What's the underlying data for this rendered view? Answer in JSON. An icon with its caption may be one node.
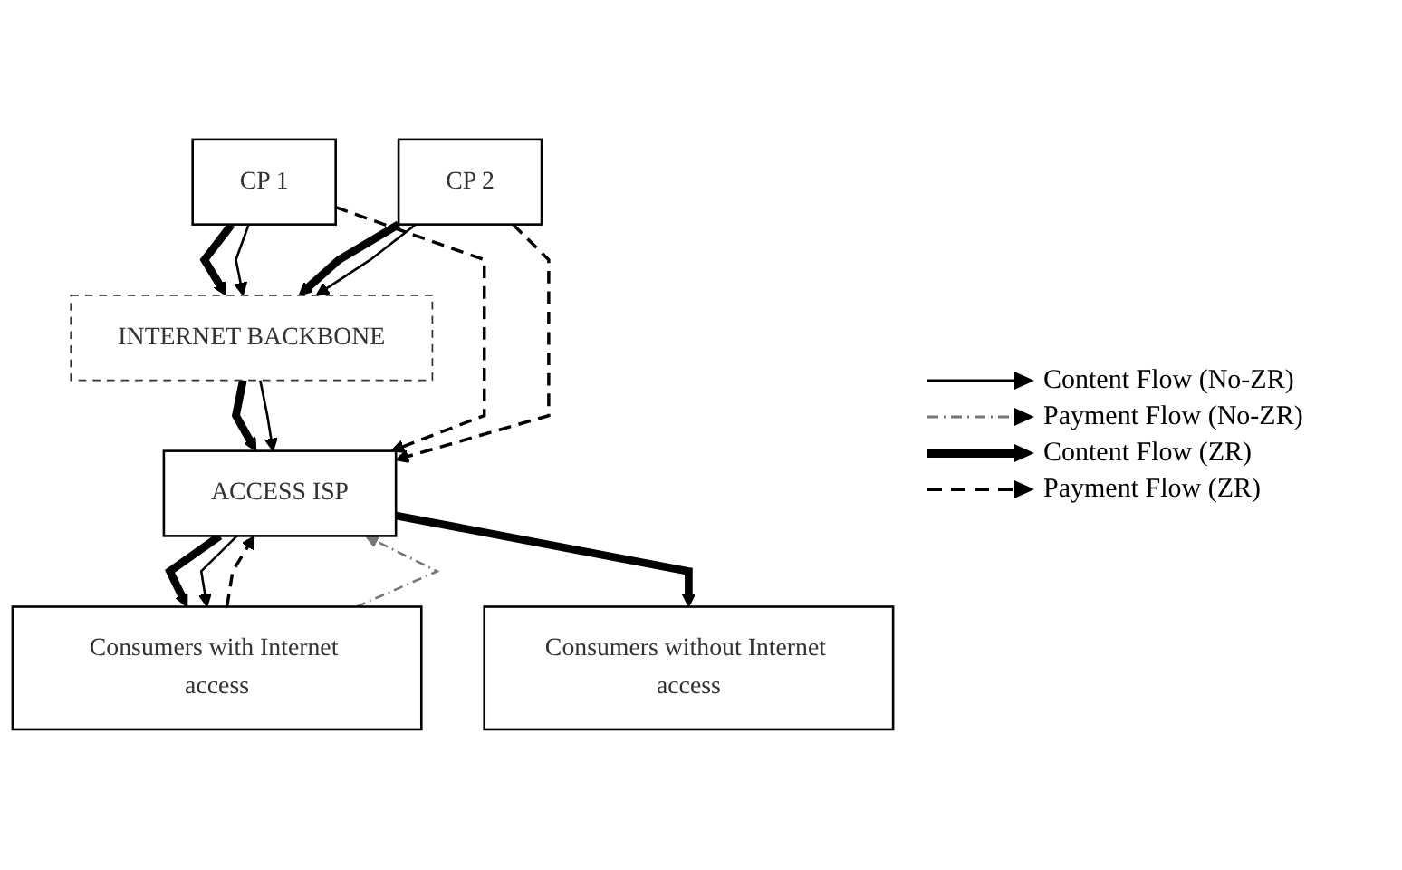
{
  "diagram": {
    "nodes": [
      {
        "text": [
          "CP 1"
        ]
      },
      {
        "text": [
          "CP 2"
        ]
      },
      {
        "text": [
          "INTERNET BACKBONE"
        ]
      },
      {
        "text": [
          "ACCESS ISP"
        ]
      },
      {
        "text": [
          "Consumers with Internet access"
        ]
      },
      {
        "text": [
          "Consumers without Internet access"
        ]
      }
    ],
    "edges": [
      {
        "from": 0,
        "to": 2,
        "arrow": "to",
        "style": "thick"
      },
      {
        "from": 0,
        "to": 2,
        "arrow": "to"
      },
      {
        "from": 1,
        "to": 2,
        "arrow": "to",
        "style": "thick"
      },
      {
        "from": 1,
        "to": 2,
        "arrow": "to"
      },
      {
        "from": 2,
        "to": 3,
        "arrow": "to",
        "style": "thick"
      },
      {
        "from": 2,
        "to": 3,
        "arrow": "to"
      },
      {
        "from": 0,
        "to": 3,
        "arrow": "to",
        "style": "dashed"
      },
      {
        "from": 1,
        "to": 3,
        "arrow": "to",
        "style": "dashed"
      },
      {
        "from": 4,
        "to": 3,
        "arrow": "to",
        "style": "dashed"
      },
      {
        "from": 4,
        "to": 3,
        "arrow": "to",
        "style": "dashed",
        "color": "#777777"
      },
      {
        "from": 3,
        "to": 4,
        "arrow": "to",
        "style": "thick"
      },
      {
        "from": 3,
        "to": 4,
        "arrow": "to"
      },
      {
        "from": 3,
        "to": 5,
        "arrow": "to",
        "style": "thick"
      }
    ],
    "legend": [
      {
        "text": "Content Flow (No-ZR)"
      },
      {
        "text": "Payment Flow (No-ZR)"
      },
      {
        "text": "Content Flow (ZR)"
      },
      {
        "text": "Payment Flow (ZR)"
      }
    ]
  }
}
